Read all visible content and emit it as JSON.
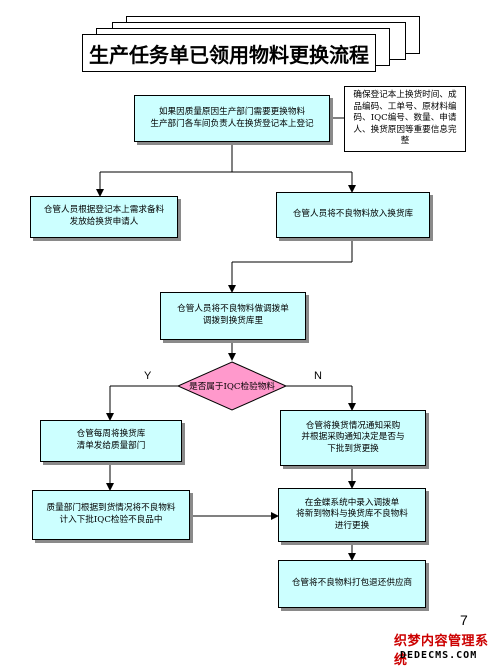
{
  "title": "生产任务单已领用物料更换流程",
  "nodes": {
    "start": "如果因质量原因生产部门需要更换物料\n生产部门各车间负责人在换货登记本上登记",
    "note": "确保登记本上换货时间、成品编码、工单号、原材料编码、IQC编号、数量、申请人、换货原因等重要信息完整",
    "left1": "仓管人员根据登记本上需求备料\n发放给换货申请人",
    "right1": "仓管人员将不良物料放入换货库",
    "middle": "仓管人员将不良物料做调拨单\n调拨到换货库里",
    "decision": "是否属于IQC检验物料",
    "yes_branch": "仓管每周将换货库\n清单发给质量部门",
    "no_branch": "仓管将换货情况通知采购\n并根据采购通知决定是否与\n下批到货更换",
    "quality": "质量部门根据到货情况将不良物料\n计入下批IQC检验不良品中",
    "system": "在金蝶系统中录入调拨单\n将新到物料与换货库不良物料\n进行更换",
    "return": "仓管将不良物料打包退还供应商"
  },
  "labels": {
    "yes": "Y",
    "no": "N"
  },
  "page_number": "7",
  "watermark": {
    "line1": "织梦内容管理系统",
    "line2": "DEDECMS.COM"
  },
  "colors": {
    "box_fill": "#ccffff",
    "decision_fill": "#ff99cc",
    "watermark": "#cc0000"
  }
}
